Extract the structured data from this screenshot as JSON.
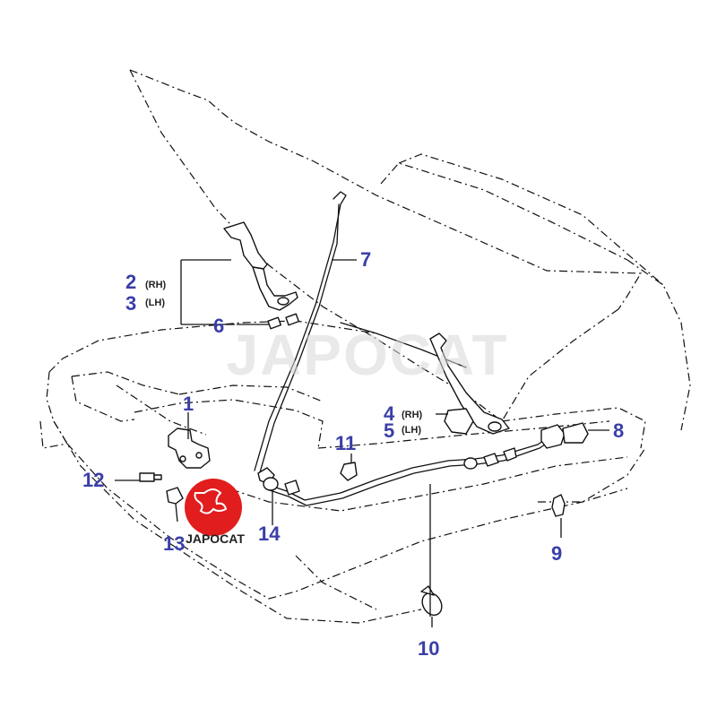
{
  "watermark": "JAPOCAT",
  "logo": {
    "text": "JAPOCAT",
    "color": "#e11d1d"
  },
  "callout_color": "#3a3fa8",
  "callouts": {
    "c1": "1",
    "c2": "2",
    "c2_side": "(RH)",
    "c3": "3",
    "c3_side": "(LH)",
    "c4": "4",
    "c4_side": "(RH)",
    "c5": "5",
    "c5_side": "(LH)",
    "c6": "6",
    "c7": "7",
    "c8": "8",
    "c9": "9",
    "c10": "10",
    "c11": "11",
    "c12": "12",
    "c13": "13",
    "c14": "14"
  }
}
